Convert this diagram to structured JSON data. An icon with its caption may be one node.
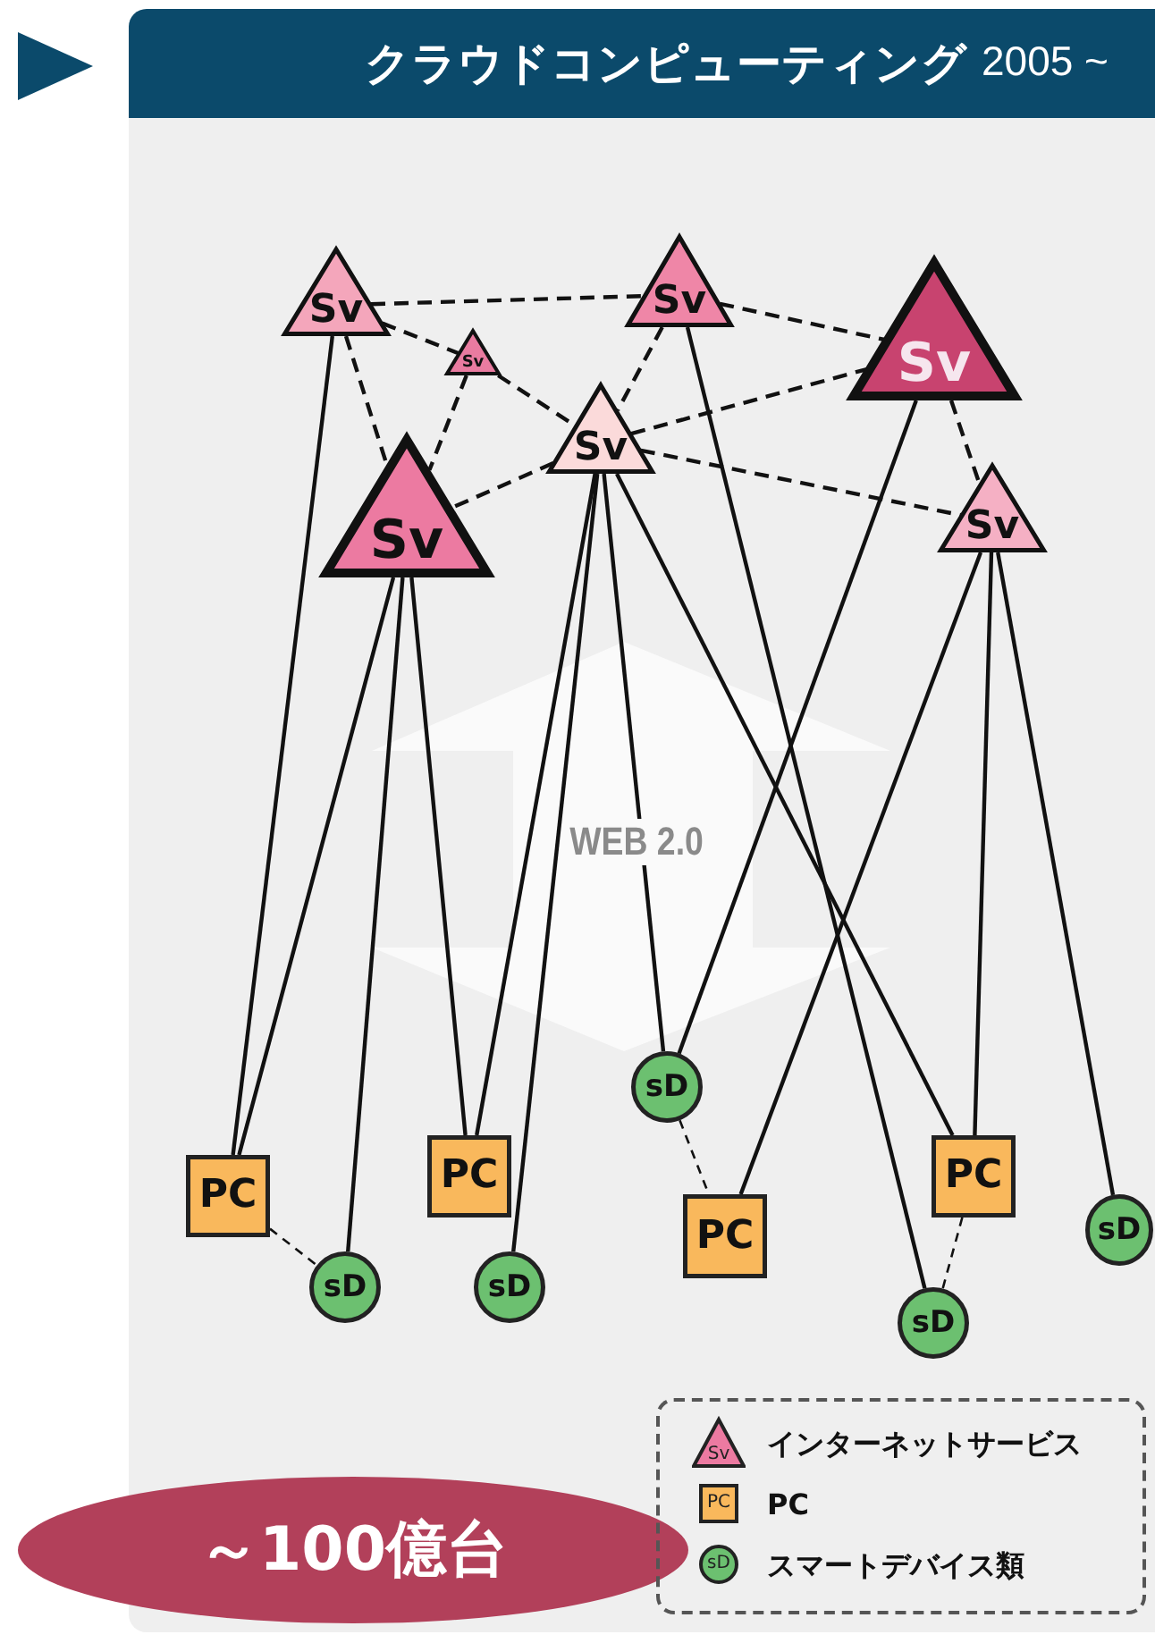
{
  "diagram": {
    "title": "クラウドコンピューティング",
    "nodes": [
      {
        "text": [
          "Sv"
        ]
      },
      {
        "text": [
          "Sv"
        ]
      },
      {
        "text": [
          "Sv"
        ]
      },
      {
        "text": [
          "Sv"
        ]
      },
      {
        "text": [
          "Sv"
        ]
      },
      {
        "text": [
          "Sv"
        ]
      },
      {
        "text": [
          "Sv"
        ]
      },
      {
        "text": [
          "sD"
        ]
      },
      {
        "text": [
          "PC"
        ]
      },
      {
        "text": [
          "PC"
        ]
      },
      {
        "text": [
          "PC"
        ]
      },
      {
        "text": [
          "PC"
        ]
      },
      {
        "text": [
          "sD"
        ]
      },
      {
        "text": [
          "sD"
        ]
      },
      {
        "text": [
          "sD"
        ]
      },
      {
        "text": [
          "sD"
        ]
      },
      {
        "text": [
          "～100億台"
        ]
      }
    ],
    "edges": [
      {
        "from": 0,
        "to": 8,
        "arrow": "none"
      },
      {
        "from": 5,
        "to": 8,
        "arrow": "none"
      },
      {
        "from": 5,
        "to": 12,
        "arrow": "none"
      },
      {
        "from": 5,
        "to": 9,
        "arrow": "none"
      },
      {
        "from": 4,
        "to": 9,
        "arrow": "none"
      },
      {
        "from": 4,
        "to": 13,
        "arrow": "none"
      },
      {
        "from": 4,
        "to": 7,
        "arrow": "none"
      },
      {
        "from": 4,
        "to": 11,
        "arrow": "none"
      },
      {
        "from": 2,
        "to": 14,
        "arrow": "none"
      },
      {
        "from": 3,
        "to": 7,
        "arrow": "none"
      },
      {
        "from": 6,
        "to": 10,
        "arrow": "none"
      },
      {
        "from": 6,
        "to": 11,
        "arrow": "none"
      },
      {
        "from": 6,
        "to": 15,
        "arrow": "none"
      },
      {
        "from": 0,
        "to": 2,
        "arrow": "none",
        "style": "dashed"
      },
      {
        "from": 2,
        "to": 3,
        "arrow": "none",
        "style": "dashed"
      },
      {
        "from": 0,
        "to": 1,
        "arrow": "none",
        "style": "dashed"
      },
      {
        "from": 0,
        "to": 5,
        "arrow": "none",
        "style": "dashed"
      },
      {
        "from": 1,
        "to": 5,
        "arrow": "none",
        "style": "dashed"
      },
      {
        "from": 1,
        "to": 4,
        "arrow": "none",
        "style": "dashed"
      },
      {
        "from": 2,
        "to": 4,
        "arrow": "none",
        "style": "dashed"
      },
      {
        "from": 4,
        "to": 3,
        "arrow": "none",
        "style": "dashed"
      },
      {
        "from": 4,
        "to": 5,
        "arrow": "none",
        "style": "dashed"
      },
      {
        "from": 4,
        "to": 6,
        "arrow": "none",
        "style": "dashed"
      },
      {
        "from": 3,
        "to": 6,
        "arrow": "none",
        "style": "dashed"
      },
      {
        "from": 8,
        "to": 12,
        "arrow": "none",
        "style": "dashed"
      },
      {
        "from": 7,
        "to": 10,
        "arrow": "none",
        "style": "dashed"
      },
      {
        "from": 11,
        "to": 14,
        "arrow": "none",
        "style": "dashed"
      }
    ],
    "labels": [
      "2005 ~",
      "WEB 2.0",
      "Sv",
      "PC",
      "sD"
    ],
    "legend": [
      {
        "text": "インターネットサービス"
      },
      {
        "text": "PC"
      },
      {
        "text": "スマートデバイス類"
      }
    ]
  }
}
